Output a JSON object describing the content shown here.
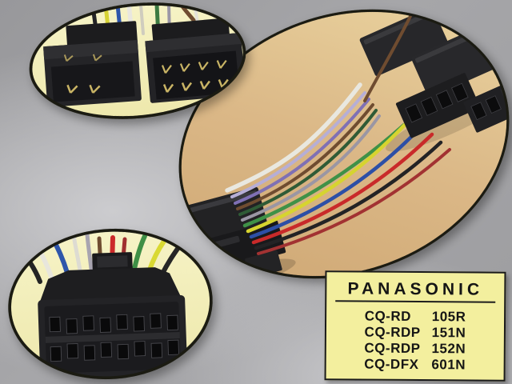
{
  "label": {
    "brand": "PANASONIC",
    "models": [
      {
        "name": "CQ-RD",
        "code": "105R"
      },
      {
        "name": "CQ-RDP",
        "code": "151N"
      },
      {
        "name": "CQ-RDP",
        "code": "152N"
      },
      {
        "name": "CQ-DFX",
        "code": "601N"
      }
    ]
  },
  "colors": {
    "page_bg_gray": "#9b9b9e",
    "page_bg_light": "#cbcbce",
    "main_oval_tan_dark": "#cda571",
    "main_oval_tan": "#dbb887",
    "main_oval_tan_light": "#ecd7a2",
    "inset_cream": "#f6f3c6",
    "inset_cream_dark": "#eee8ac",
    "oval_border": "#1b1b12",
    "label_yellow": "#f3ef9e",
    "connector_black": "#232325",
    "connector_dark": "#161618",
    "pin_gold": "#c9b465"
  },
  "cable_wires": [
    {
      "name": "white",
      "color": "#e9e8e0"
    },
    {
      "name": "lavender",
      "color": "#b6aed6"
    },
    {
      "name": "purple",
      "color": "#7f70b4"
    },
    {
      "name": "brown",
      "color": "#6f4c30"
    },
    {
      "name": "dark-green",
      "color": "#2f5b36"
    },
    {
      "name": "gray",
      "color": "#9a96a4"
    },
    {
      "name": "green",
      "color": "#3f9147"
    },
    {
      "name": "yellow",
      "color": "#d6d42f"
    },
    {
      "name": "blue",
      "color": "#2d4fa6"
    },
    {
      "name": "red",
      "color": "#c92a2a"
    },
    {
      "name": "black",
      "color": "#232325"
    },
    {
      "name": "dark-red",
      "color": "#a23232"
    },
    {
      "name": "brown-loop",
      "color": "#6f4c30"
    }
  ],
  "inset_top_wires": [
    {
      "name": "black",
      "color": "#242426"
    },
    {
      "name": "yellow",
      "color": "#d6d234"
    },
    {
      "name": "blue",
      "color": "#2e55aa"
    },
    {
      "name": "white",
      "color": "#e9e7df"
    },
    {
      "name": "beige",
      "color": "#cfccbe"
    },
    {
      "name": "green",
      "color": "#3c7a42"
    },
    {
      "name": "gray",
      "color": "#9b97a6"
    },
    {
      "name": "brown",
      "color": "#6f4c30"
    },
    {
      "name": "white-2",
      "color": "#e4e2d8"
    }
  ],
  "inset_bottom_wires": [
    {
      "name": "black",
      "color": "#242424"
    },
    {
      "name": "white",
      "color": "#e8e6dc"
    },
    {
      "name": "blue",
      "color": "#2e55aa"
    },
    {
      "name": "white-2",
      "color": "#dddbd2"
    },
    {
      "name": "gray",
      "color": "#a8a4b0"
    },
    {
      "name": "brown",
      "color": "#6f4c30"
    },
    {
      "name": "red",
      "color": "#cc2a2a"
    },
    {
      "name": "dark-red",
      "color": "#a03030"
    },
    {
      "name": "green",
      "color": "#3f8f46"
    },
    {
      "name": "yellow",
      "color": "#d9d932"
    },
    {
      "name": "black-2",
      "color": "#262626"
    }
  ]
}
